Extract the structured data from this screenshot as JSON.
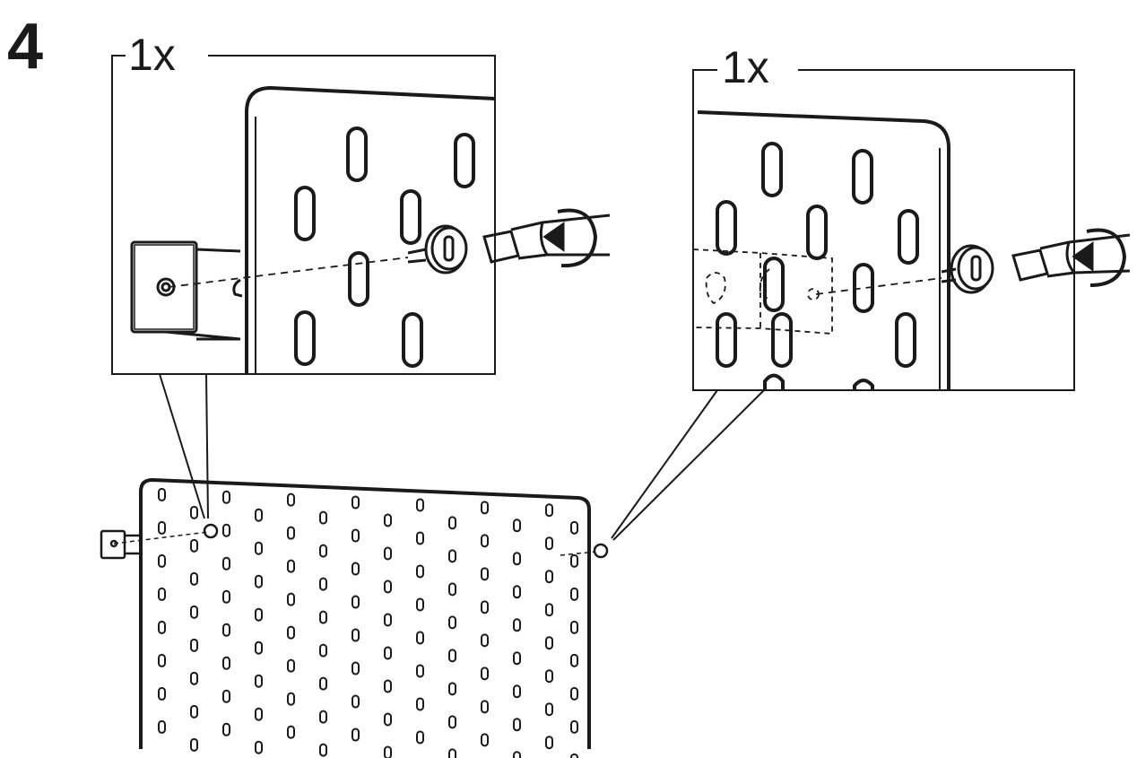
{
  "step": {
    "number": "4"
  },
  "callouts": [
    {
      "quantity": "1x"
    },
    {
      "quantity": "1x"
    }
  ]
}
